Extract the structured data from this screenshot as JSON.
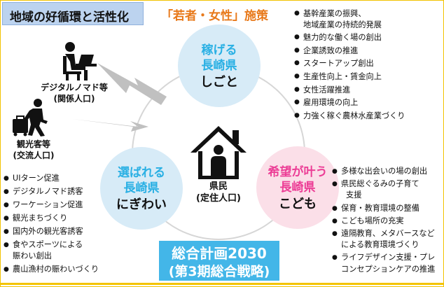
{
  "title": "地域の好循環と活性化",
  "headline": "「若者・女性」施策",
  "hub": {
    "label_line1": "県民",
    "label_line2": "(定住人口)"
  },
  "circles": {
    "work": {
      "line1": "稼げる",
      "line2": "長崎県",
      "line3": "しごと"
    },
    "child": {
      "line1": "希望が叶う",
      "line2": "長崎県",
      "line3": "こども"
    },
    "town": {
      "line1": "選ばれる",
      "line2": "長崎県",
      "line3": "にぎわい"
    }
  },
  "people": {
    "nomad_line1": "デジタルノマド等",
    "nomad_line2": "(関係人口)",
    "tourist_line1": "観光客等",
    "tourist_line2": "(交流人口)"
  },
  "work_items": [
    "基幹産業の振興、",
    "地域産業の持続的発展",
    "魅力的な働く場の創出",
    "企業誘致の推進",
    "スタートアップ創出",
    "生産性向上・賃金向上",
    "女性活躍推進",
    "雇用環境の向上",
    "力強く稼ぐ農林水産業づくり"
  ],
  "town_items": [
    "UIターン促進",
    "デジタルノマド誘客",
    "ワーケーション促進",
    "観光まちづくり",
    "国内外の観光客誘客",
    "食やスポーツによる",
    "賑わい創出",
    "農山漁村の賑わいづくり"
  ],
  "child_items": [
    "多様な出会いの場の創出",
    "県民総ぐるみの子育て",
    "支援",
    "保育・教育環境の整備",
    "こども場所の充実",
    "遠隔教育、メタバースなど",
    "による教育環境づくり",
    "ライフデザイン支援・プレ",
    "コンセプションケアの推進"
  ],
  "plan": {
    "line1": "総合計画2030",
    "line2": "(第3期総合戦略)"
  },
  "colors": {
    "accent_orange": "#e8791a",
    "blue_text": "#2ab0e4",
    "pink_text": "#ec3e96",
    "plan_bg": "#43b6e8",
    "title_bg": "#bcd3ef"
  }
}
